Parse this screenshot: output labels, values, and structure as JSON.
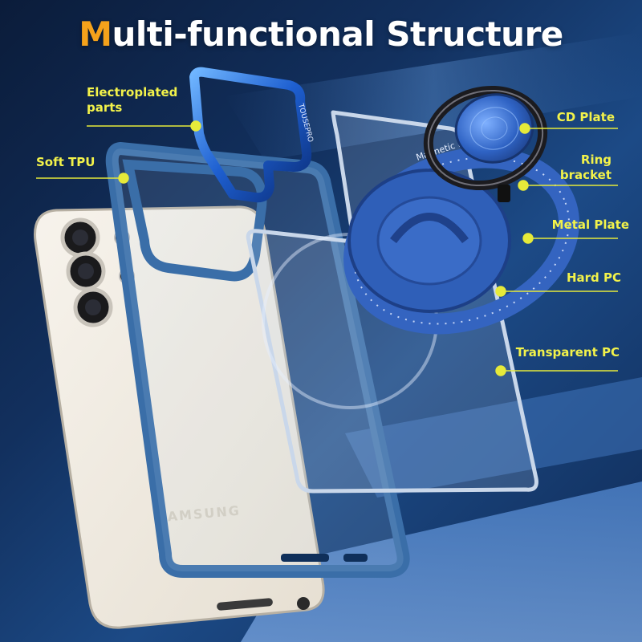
{
  "title": {
    "accent_letter": "M",
    "rest": "ulti-functional Structure"
  },
  "brand_on_phone": "SAMSUNG",
  "ring_print": "Magnetic Phone Ca",
  "bracket_print": "TOUSEPRO",
  "callouts": {
    "electroplated": "Electroplated\nparts",
    "soft_tpu": "Soft TPU",
    "cd_plate": "CD Plate",
    "ring_bracket": "Ring\nbracket",
    "metal_plate": "Metal Plate",
    "hard_pc": "Hard PC",
    "transparent_pc": "Transparent PC"
  },
  "colors": {
    "title": "#ffffff",
    "title_accent": "#f5a21b",
    "callout_text": "#f2f24a",
    "callout_dot": "#e6ea3a",
    "bumper_blue": "#3a6ea8",
    "magnet_blue": "#2f5fb8",
    "phone_body": "#f2ece2"
  }
}
